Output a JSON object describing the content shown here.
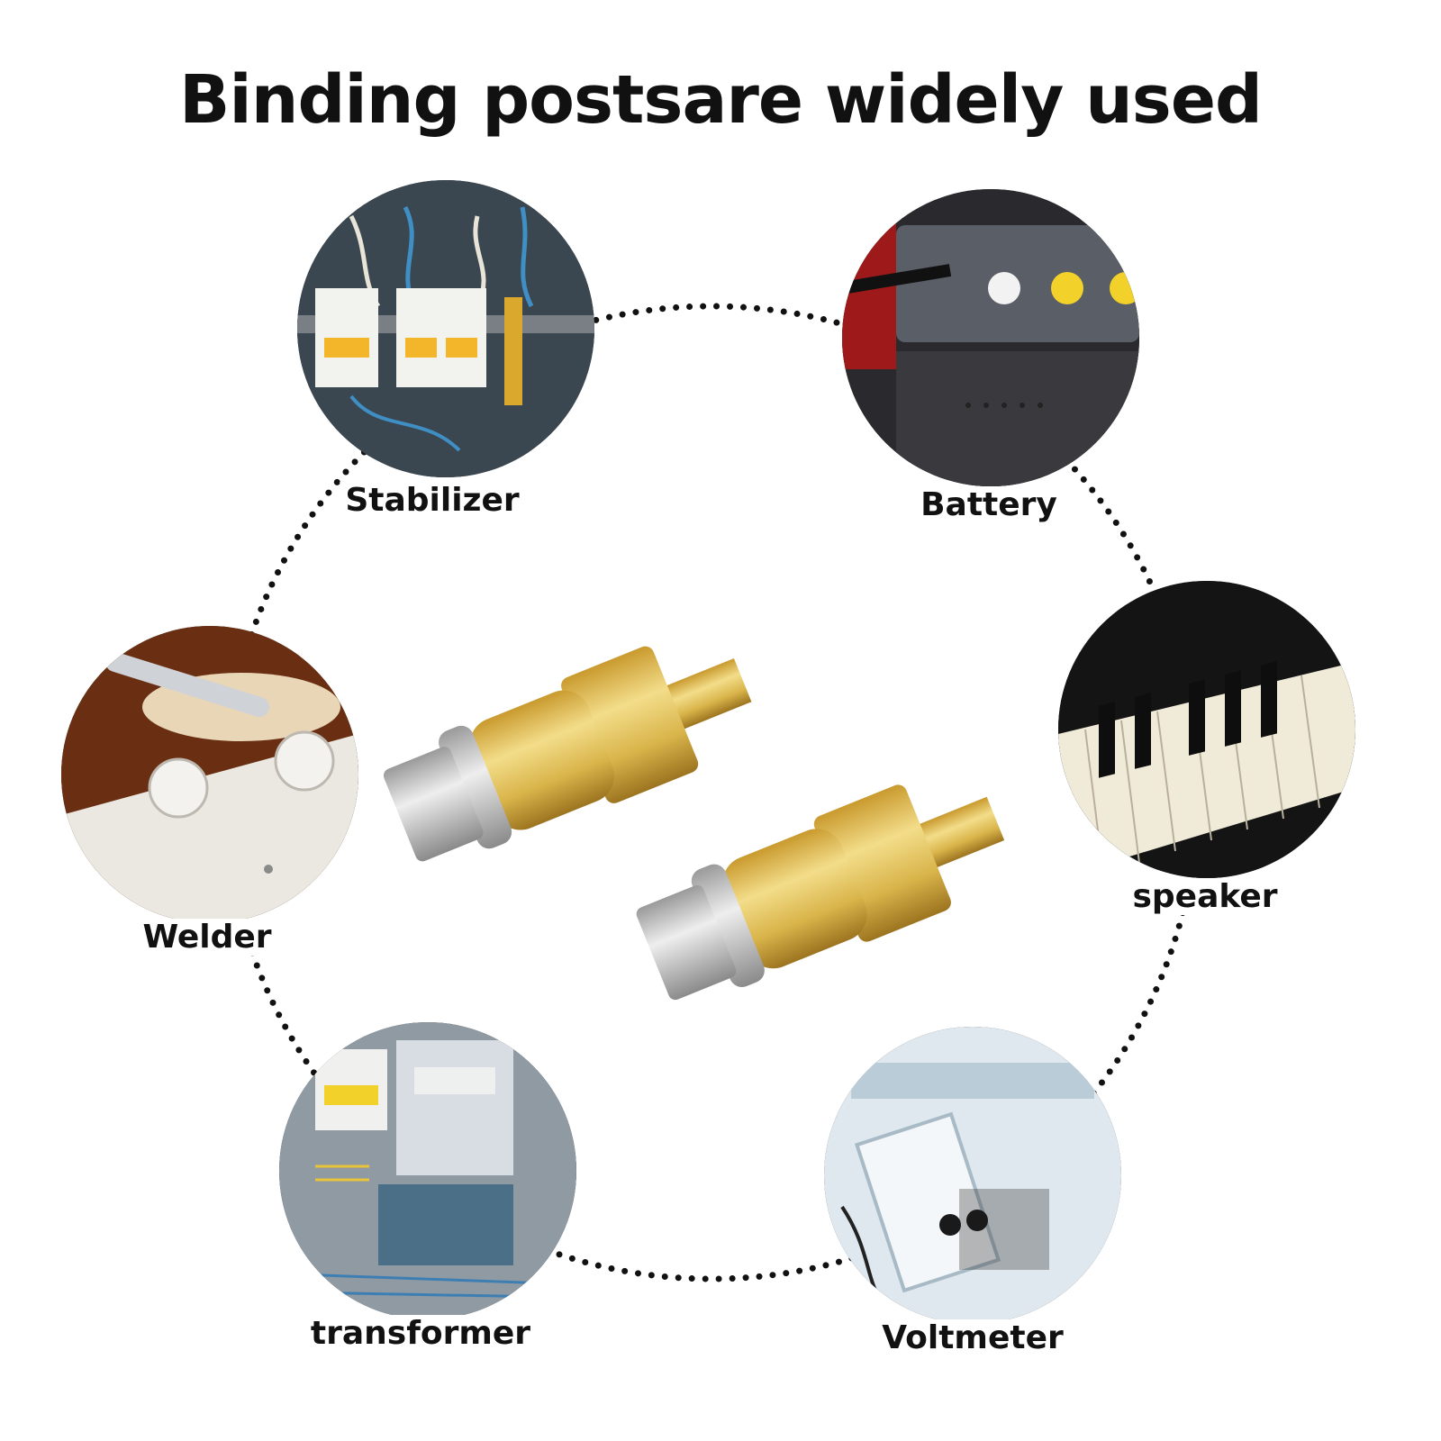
{
  "title": "Binding postsare widely used",
  "applications": [
    {
      "label": "Stabilizer",
      "icon": "circuit-breaker-panel-image"
    },
    {
      "label": "Battery",
      "icon": "guitar-amplifier-image"
    },
    {
      "label": "speaker",
      "icon": "piano-keys-image"
    },
    {
      "label": "Voltmeter",
      "icon": "lab-flowmeter-image"
    },
    {
      "label": "transformer",
      "icon": "electric-meter-cabinet-image"
    },
    {
      "label": "Welder",
      "icon": "guitar-control-plate-image"
    }
  ],
  "product": {
    "icon": "brass-binding-post-pair-image"
  },
  "colors": {
    "brass": "#d9b44a",
    "steel": "#c9c9c9",
    "ring": "#111111"
  }
}
